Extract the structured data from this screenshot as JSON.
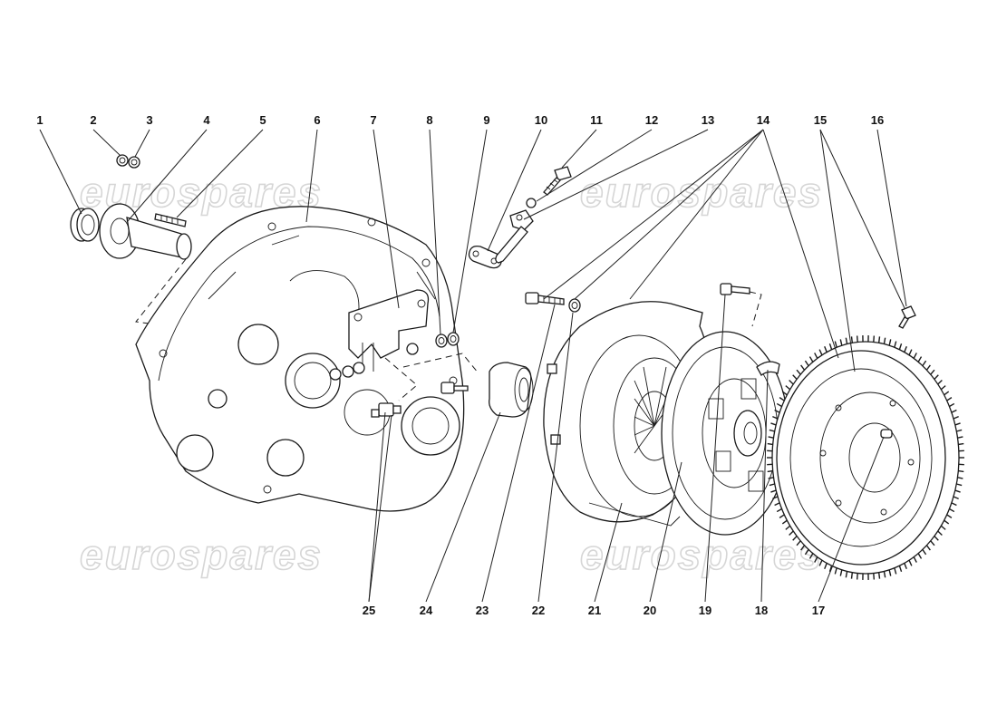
{
  "watermark": "eurospares",
  "callouts": [
    {
      "label": "1"
    },
    {
      "label": "2"
    },
    {
      "label": "3"
    },
    {
      "label": "4"
    },
    {
      "label": "5"
    },
    {
      "label": "6"
    },
    {
      "label": "7"
    },
    {
      "label": "8"
    },
    {
      "label": "9"
    },
    {
      "label": "10"
    },
    {
      "label": "11"
    },
    {
      "label": "12"
    },
    {
      "label": "13"
    },
    {
      "label": "14"
    },
    {
      "label": "15"
    },
    {
      "label": "16"
    },
    {
      "label": "17"
    },
    {
      "label": "18"
    },
    {
      "label": "19"
    },
    {
      "label": "20"
    },
    {
      "label": "21"
    },
    {
      "label": "22"
    },
    {
      "label": "23"
    },
    {
      "label": "24"
    },
    {
      "label": "25"
    }
  ],
  "colors": {
    "line": "#1a1a1a",
    "watermark": "#d6d6d6",
    "background": "#ffffff"
  }
}
